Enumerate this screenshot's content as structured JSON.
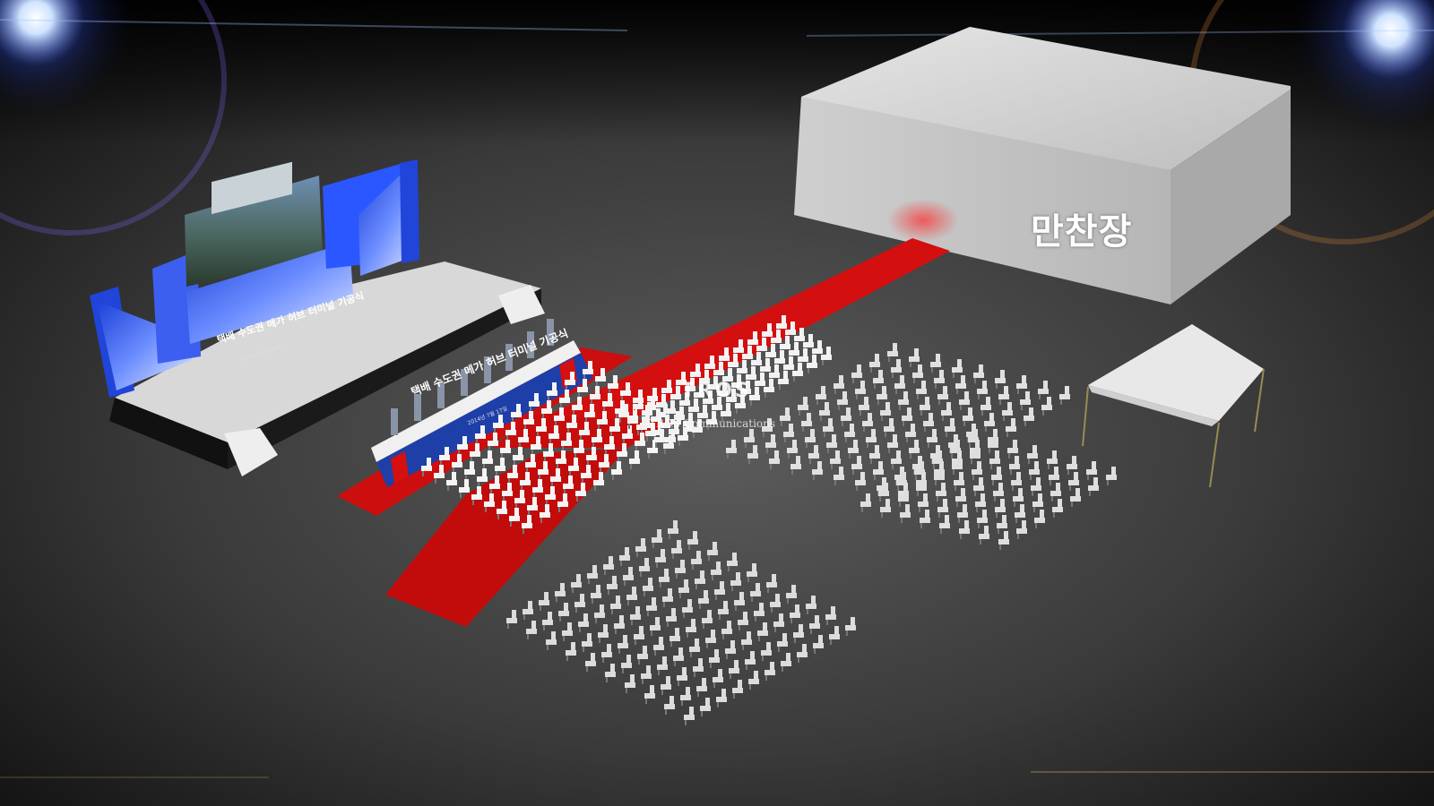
{
  "scene": {
    "hall_label": "만찬장",
    "watermark": {
      "main": "TROS",
      "sub": "TROS Communications"
    },
    "head_table_banner": {
      "text": "택배 수도권 메가 허브 터미널 기공식",
      "date": "2014년 7월 17일"
    },
    "stage_screen": {
      "text": "택배 수도권 메가 허브 터미널 기공식",
      "date": "2014년 7월 17일"
    },
    "colors": {
      "carpet": "#d40f0f",
      "background": "#1c1c1c",
      "banner": "#1f3fa8",
      "stage_floor": "#d8d8d8",
      "tent": "#eaeaea"
    }
  }
}
